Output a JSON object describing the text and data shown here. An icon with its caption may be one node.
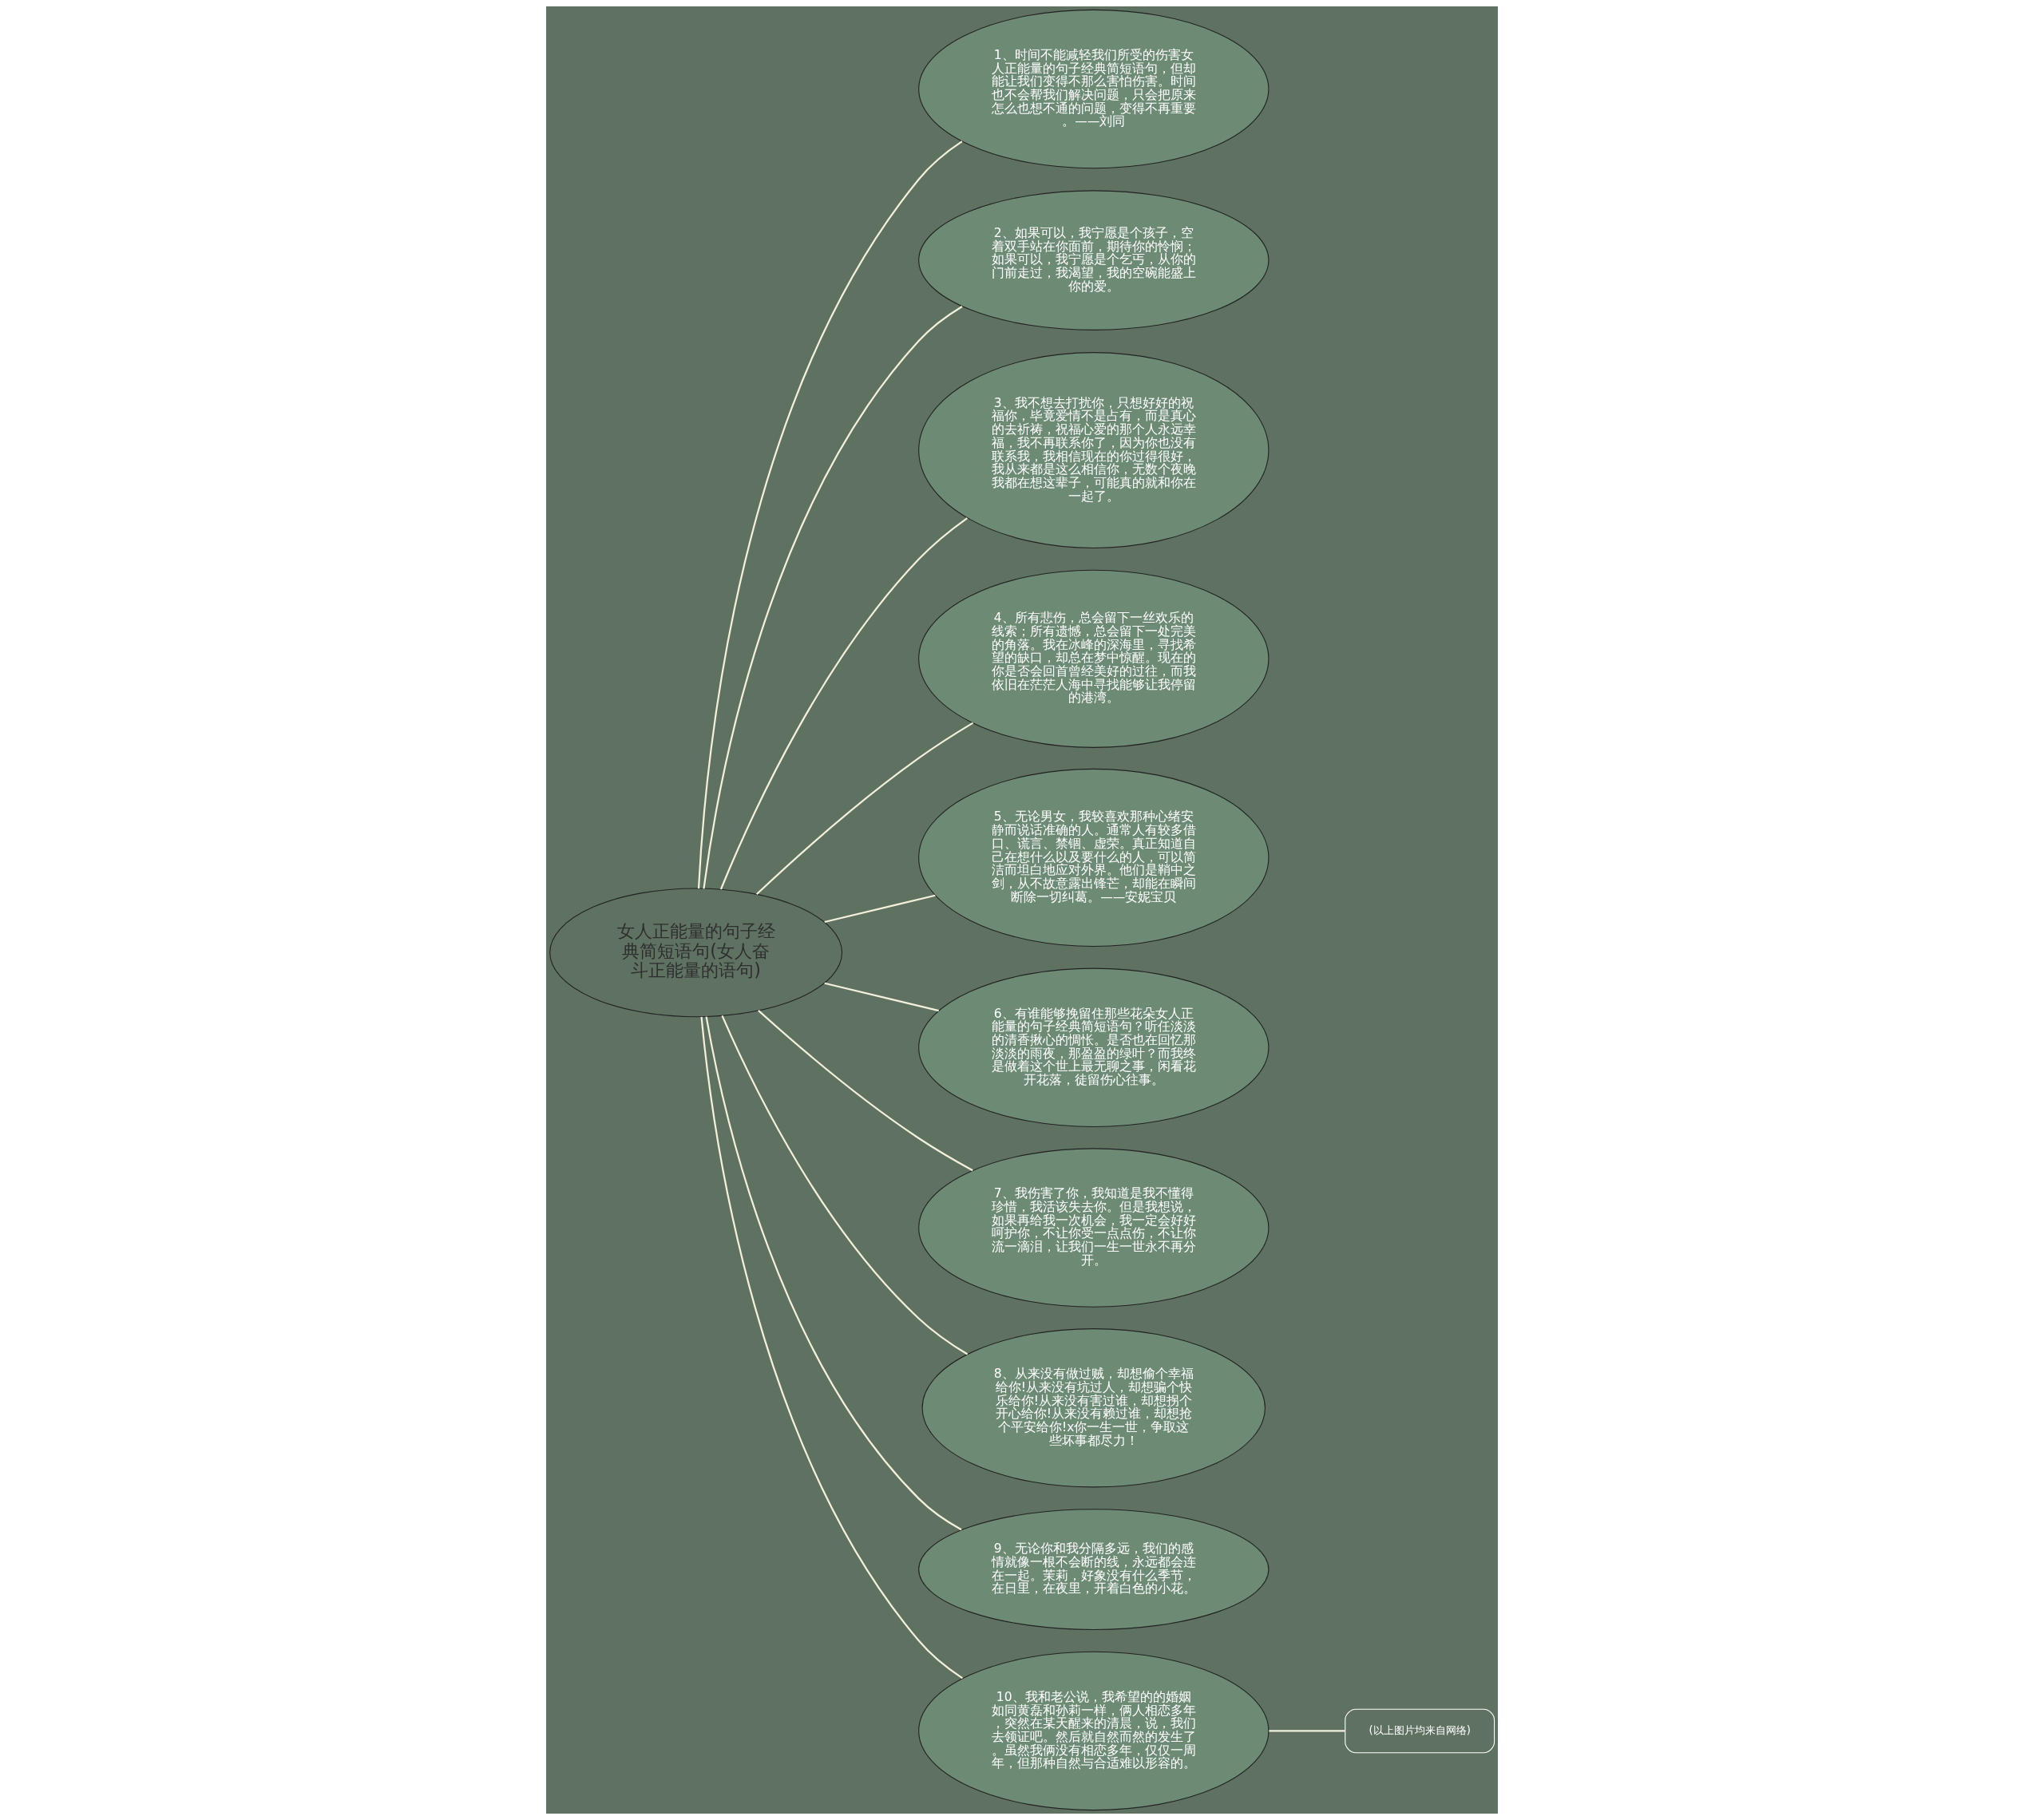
{
  "diagram": {
    "nodes": [
      {
        "text": [
          "女人正能量的句子经典简短语句(女人奋斗正能量的语句)"
        ]
      },
      {
        "text": [
          "1、时间不能减轻我们所受的伤害女人正能量的句子经典简短语句，但却能让我们变得不那么害怕伤害。时间也不会帮我们解决问题，只会把原来怎么也想不通的问题，变得不再重要。——刘同"
        ]
      },
      {
        "text": [
          "2、如果可以，我宁愿是个孩子，空着双手站在你面前，期待你的怜悯；如果可以，我宁愿是个乞丐，从你的门前走过，我渴望，我的空碗能盛上你的爱。"
        ]
      },
      {
        "text": [
          "3、我不想去打扰你，只想好好的祝福你，毕竟爱情不是占有，而是真心的去祈祷，祝福心爱的那个人永远幸福，我不再联系你了，因为你也没有联系我，我相信现在的你过得很好，我从来都是这么相信你，无数个夜晚我都在想这辈子，可能真的就和你在一起了。"
        ]
      },
      {
        "text": [
          "4、所有悲伤，总会留下一丝欢乐的线索；所有遗憾，总会留下一处完美的角落。我在冰峰的深海里，寻找希望的缺口，却总在梦中惊醒。现在的你是否会回首曾经美好的过往，而我依旧在茫茫人海中寻找能够让我停留的港湾。"
        ]
      },
      {
        "text": [
          "5、无论男女，我较喜欢那种心绪安静而说话准确的人。通常人有较多借口、谎言、禁锢、虚荣。真正知道自己在想什么以及要什么的人，可以简洁而坦白地应对外界。他们是鞘中之剑，从不故意露出锋芒，却能在瞬间断除一切纠葛。——安妮宝贝"
        ]
      },
      {
        "text": [
          "6、有谁能够挽留住那些花朵女人正能量的句子经典简短语句？听任淡淡的清香揪心的惆怅。是否也在回忆那淡淡的雨夜，那盈盈的绿叶？而我终是做着这个世上最无聊之事，闲看花开花落，徒留伤心往事。"
        ]
      },
      {
        "text": [
          "7、我伤害了你，我知道是我不懂得珍惜，我活该失去你。但是我想说，如果再给我一次机会，我一定会好好呵护你，不让你受一点点伤，不让你流一滴泪，让我们一生一世永不再分开。"
        ]
      },
      {
        "text": [
          "8、从来没有做过贼，却想偷个幸福给你!从来没有坑过人，却想骗个快乐给你!从来没有害过谁，却想拐个开心给你!从来没有赖过谁，却想抢个平安给你!x你一生一世，争取这些坏事都尽力！"
        ]
      },
      {
        "text": [
          "9、无论你和我分隔多远，我们的感情就像一根不会断的线，永远都会连在一起。茉莉，好象没有什么季节，在日里，在夜里，开着白色的小花。"
        ]
      },
      {
        "text": [
          "10、我和老公说，我希望的的婚姻如同黄磊和孙莉一样，俩人相恋多年，突然在某天醒来的清晨，说，我们去领证吧。然后就自然而然的发生了。虽然我俩没有相恋多年，仅仅一周年，但那种自然与合适难以形容的。"
        ]
      },
      {
        "text": [
          "(以上图片均来自网络)"
        ]
      }
    ],
    "edges": [
      {
        "from": 0,
        "to": 1,
        "arrow": "none"
      },
      {
        "from": 0,
        "to": 2,
        "arrow": "none"
      },
      {
        "from": 0,
        "to": 3,
        "arrow": "none"
      },
      {
        "from": 0,
        "to": 4,
        "arrow": "none"
      },
      {
        "from": 0,
        "to": 5,
        "arrow": "none"
      },
      {
        "from": 0,
        "to": 6,
        "arrow": "none"
      },
      {
        "from": 0,
        "to": 7,
        "arrow": "none"
      },
      {
        "from": 0,
        "to": 8,
        "arrow": "none"
      },
      {
        "from": 0,
        "to": 9,
        "arrow": "none"
      },
      {
        "from": 0,
        "to": 10,
        "arrow": "none"
      },
      {
        "from": 10,
        "to": 11,
        "arrow": "none"
      }
    ]
  }
}
